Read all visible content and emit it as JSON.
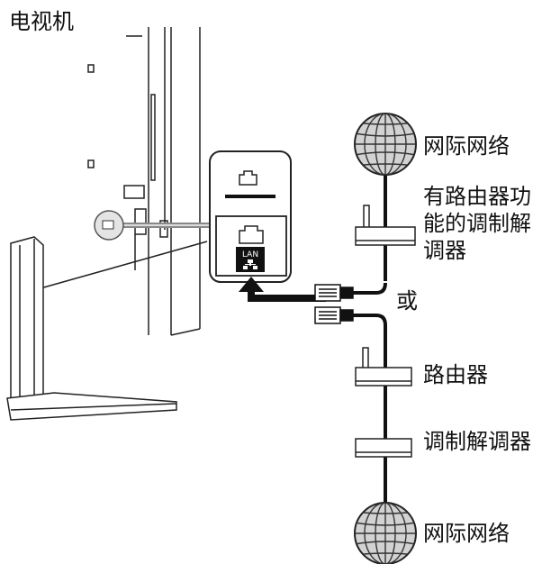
{
  "title": "电视机",
  "port": {
    "lan_label": "LAN"
  },
  "labels": {
    "internet_top": "网际网络",
    "modem_router_line1": "有路由器功",
    "modem_router_line2": "能的调制解",
    "modem_router_line3": "调器",
    "or": "或",
    "router": "路由器",
    "modem": "调制解调器",
    "internet_bottom": "网际网络"
  },
  "icons": [
    "globe-icon",
    "ethernet-plug-icon",
    "lan-port-icon",
    "network-icon",
    "arrow-icon"
  ]
}
